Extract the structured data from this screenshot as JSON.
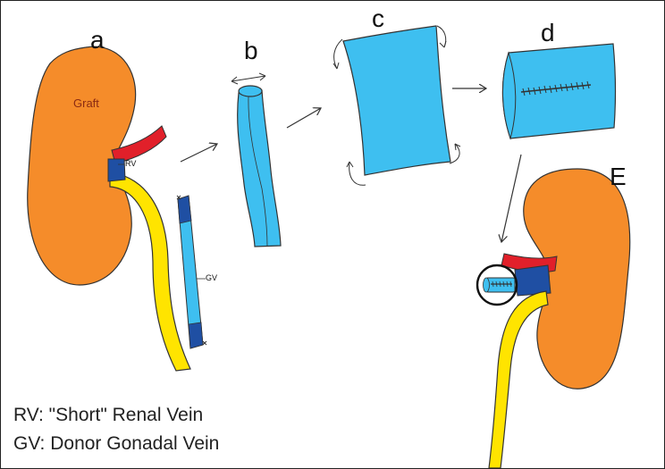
{
  "labels": {
    "a": "a",
    "b": "b",
    "c": "c",
    "d": "d",
    "e": "E",
    "graft": "Graft",
    "rv": "RV",
    "gv": "GV"
  },
  "legend": {
    "rv": "RV: \"Short\" Renal Vein",
    "gv": "GV: Donor Gonadal Vein"
  },
  "colors": {
    "kidney": "#f58c2a",
    "vessel_blue": "#3ebff0",
    "vein_dark_blue": "#1f4fa3",
    "artery_red": "#e1202a",
    "ureter_yellow": "#ffe400"
  }
}
